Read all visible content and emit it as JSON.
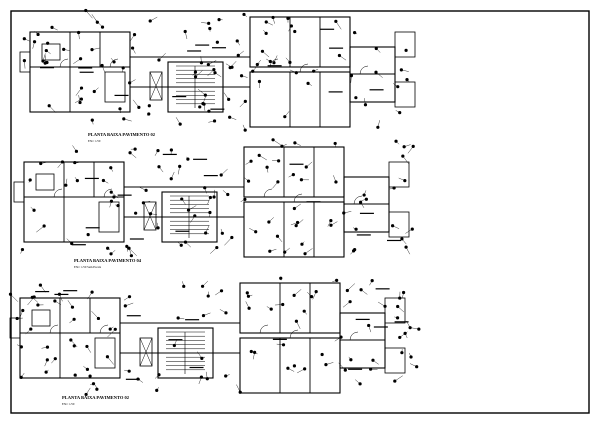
{
  "sheet": {
    "frame_color": "#000000",
    "background": "#ffffff",
    "plans": [
      {
        "title": "PLANTA BAIXA PAVIMENTO 02",
        "scale_note": "ESC: 1/50"
      },
      {
        "title": "PLANTA BAIXA PAVIMENTO 04",
        "scale_note": "ESC: 1/50  Sem Escala"
      },
      {
        "title": "PLANTA BAIXA PAVIMENTO 02",
        "scale_note": "ESC: 1/50"
      }
    ]
  }
}
